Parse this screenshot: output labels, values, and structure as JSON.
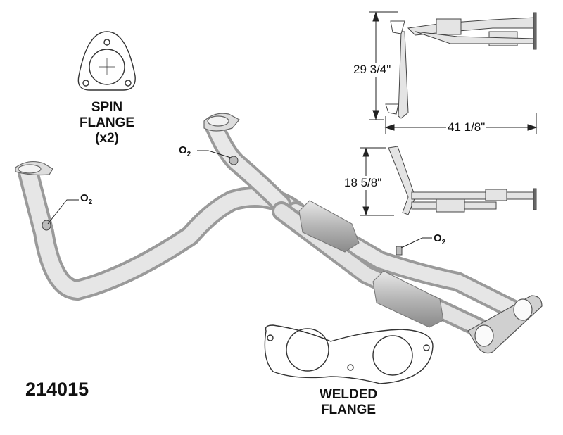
{
  "part_number": "214015",
  "spin_flange": {
    "line1": "SPIN",
    "line2": "FLANGE",
    "line3": "(x2)"
  },
  "welded_flange": {
    "line1": "WELDED",
    "line2": "FLANGE"
  },
  "o2_label": {
    "letter": "O",
    "sub": "2"
  },
  "dimensions": {
    "height_top": "29 3/4\"",
    "width_top": "41 1/8\"",
    "height_side": "18 5/8\""
  }
}
